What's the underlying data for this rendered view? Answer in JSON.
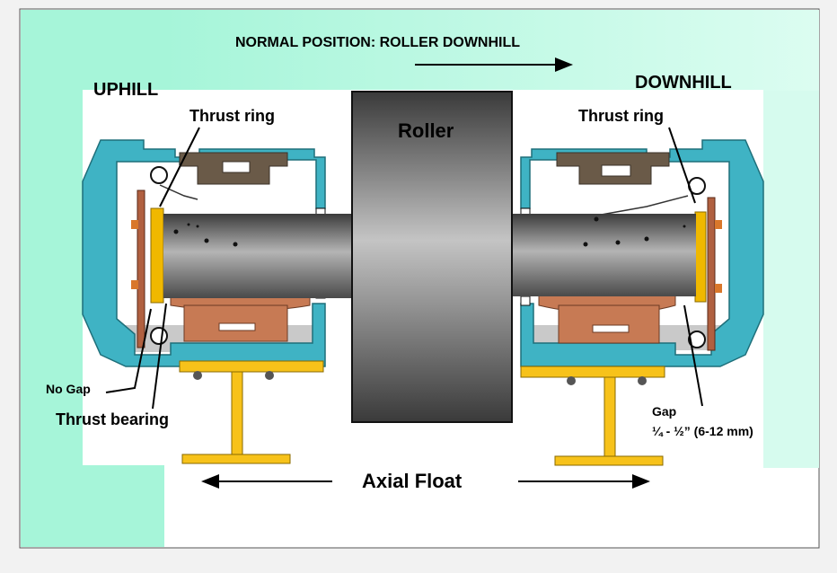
{
  "title": "NORMAL POSITION: ROLLER DOWNHILL",
  "sides": {
    "uphill": "UPHILL",
    "downhill": "DOWNHILL"
  },
  "labels": {
    "thrust_ring_left": "Thrust ring",
    "thrust_ring_right": "Thrust ring",
    "roller": "Roller",
    "no_gap": "No Gap",
    "thrust_bearing": "Thrust bearing",
    "gap": "Gap",
    "gap_value": "¼ - ½” (6-12 mm)",
    "axial_float": "Axial Float"
  },
  "colors": {
    "housing": "#3fb3c4",
    "shaft_dark": "#3c3c3c",
    "shaft_light": "#b4b4b4",
    "bearing_block": "#c77a54",
    "pedestal": "#f7c21a",
    "thrust_ring": "#f0b800",
    "oil": "#c9c9c9",
    "top_block": "#6a5a48",
    "background_green": "#a6f5d9"
  }
}
